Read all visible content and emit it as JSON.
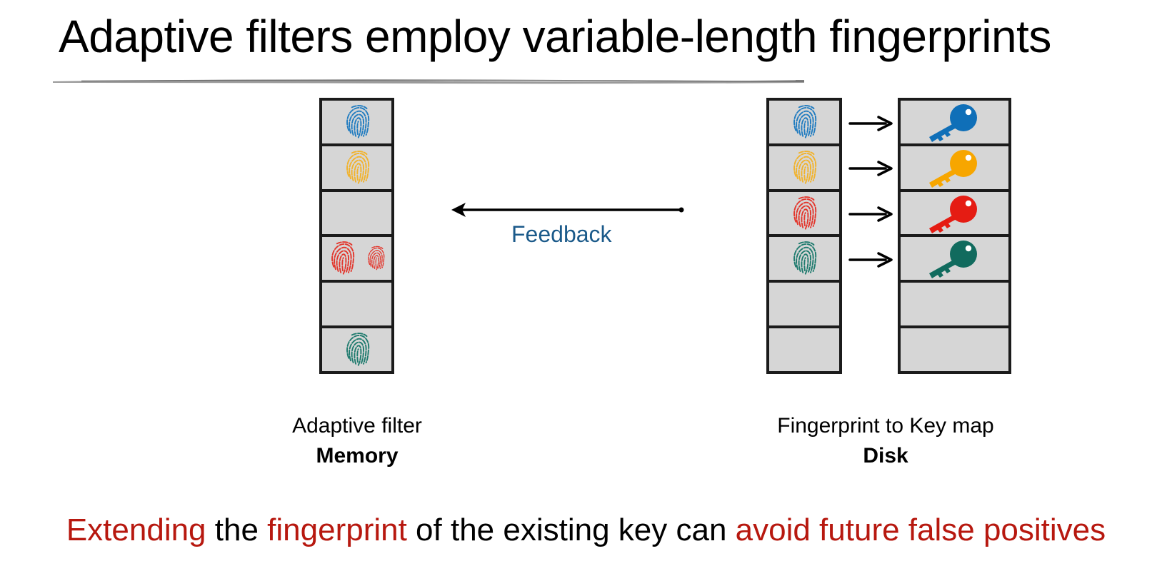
{
  "slide": {
    "title": "Adaptive filters employ variable-length fingerprints"
  },
  "colors": {
    "blue": "#1f7bc0",
    "yellow": "#f2b229",
    "red": "#e3352b",
    "teal": "#1d7a6d",
    "key_blue": "#0f6fb8",
    "key_yellow": "#f7a600",
    "key_red": "#e51c13",
    "key_teal": "#116b5e",
    "cell_fill": "#d6d6d6",
    "label_blue": "#1b5a8a",
    "emphasis_red": "#b7180f"
  },
  "filter": {
    "cells": [
      {
        "fingerprints": [
          "blue"
        ]
      },
      {
        "fingerprints": [
          "yellow"
        ]
      },
      {
        "fingerprints": []
      },
      {
        "fingerprints": [
          "red",
          "red"
        ]
      },
      {
        "fingerprints": []
      },
      {
        "fingerprints": [
          "teal"
        ]
      }
    ],
    "caption_line1": "Adaptive filter",
    "caption_line2": "Memory"
  },
  "feedback": {
    "label": "Feedback",
    "icon": "left-arrow-icon"
  },
  "map": {
    "rows": [
      {
        "fingerprint": "blue",
        "key": "key_blue"
      },
      {
        "fingerprint": "yellow",
        "key": "key_yellow"
      },
      {
        "fingerprint": "red",
        "key": "key_red"
      },
      {
        "fingerprint": "teal",
        "key": "key_teal"
      },
      {
        "fingerprint": null,
        "key": null
      },
      {
        "fingerprint": null,
        "key": null
      }
    ],
    "caption_line1": "Fingerprint to Key map",
    "caption_line2": "Disk"
  },
  "statement": {
    "part1": "Extending",
    "part2": " the ",
    "part3": "fingerprint",
    "part4": " of the existing key can ",
    "part5": "avoid future false positives"
  }
}
